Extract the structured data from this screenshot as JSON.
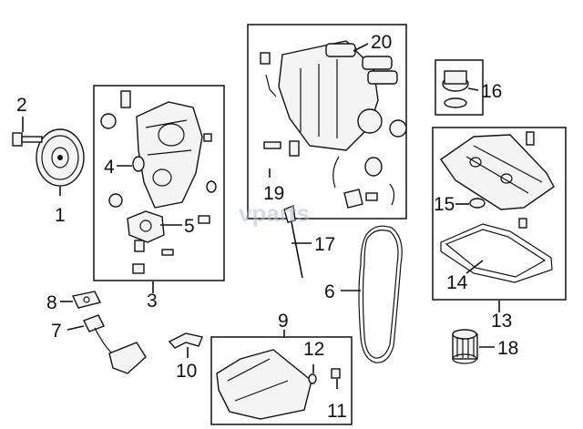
{
  "watermark": "vparts",
  "callouts": {
    "c1": "1",
    "c2": "2",
    "c3": "3",
    "c4": "4",
    "c5": "5",
    "c6": "6",
    "c7": "7",
    "c8": "8",
    "c9": "9",
    "c10": "10",
    "c11": "11",
    "c12": "12",
    "c13": "13",
    "c14": "14",
    "c15": "15",
    "c16": "16",
    "c17": "17",
    "c18": "18",
    "c19": "19",
    "c20": "20"
  },
  "icons": {
    "pulley": "crankshaft-pulley-icon",
    "bolt": "bolt-icon",
    "timing_cover": "timing-cover-icon",
    "oil_pump": "oil-pump-icon",
    "timing_chain": "timing-chain-icon",
    "oil_filter": "oil-filter-icon",
    "oil_pan": "oil-pan-icon",
    "valve_cover": "valve-cover-icon",
    "intake_manifold": "intake-manifold-icon",
    "oil_cap": "oil-filler-cap-icon",
    "dipstick": "dipstick-icon"
  }
}
